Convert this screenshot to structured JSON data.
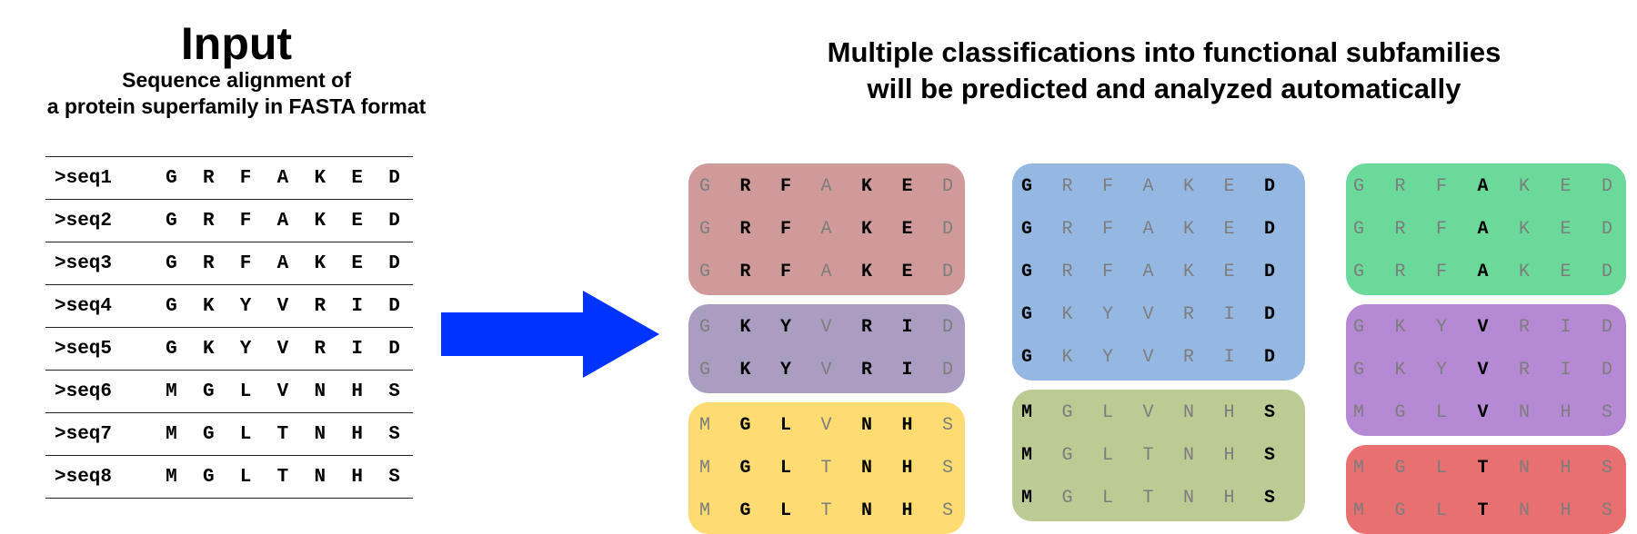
{
  "input": {
    "title": "Input",
    "subtitle_line1": "Sequence alignment of",
    "subtitle_line2": "a protein superfamily in FASTA format"
  },
  "output": {
    "title_line1": "Multiple classifications into functional subfamilies",
    "title_line2": "will be predicted and analyzed automatically"
  },
  "sequences": [
    {
      "name": ">seq1",
      "residues": [
        "G",
        "R",
        "F",
        "A",
        "K",
        "E",
        "D"
      ]
    },
    {
      "name": ">seq2",
      "residues": [
        "G",
        "R",
        "F",
        "A",
        "K",
        "E",
        "D"
      ]
    },
    {
      "name": ">seq3",
      "residues": [
        "G",
        "R",
        "F",
        "A",
        "K",
        "E",
        "D"
      ]
    },
    {
      "name": ">seq4",
      "residues": [
        "G",
        "K",
        "Y",
        "V",
        "R",
        "I",
        "D"
      ]
    },
    {
      "name": ">seq5",
      "residues": [
        "G",
        "K",
        "Y",
        "V",
        "R",
        "I",
        "D"
      ]
    },
    {
      "name": ">seq6",
      "residues": [
        "M",
        "G",
        "L",
        "V",
        "N",
        "H",
        "S"
      ]
    },
    {
      "name": ">seq7",
      "residues": [
        "M",
        "G",
        "L",
        "T",
        "N",
        "H",
        "S"
      ]
    },
    {
      "name": ">seq8",
      "residues": [
        "M",
        "G",
        "L",
        "T",
        "N",
        "H",
        "S"
      ]
    }
  ],
  "arrow_color": "#0033ff",
  "classifications": [
    {
      "groups": [
        {
          "color": "#d09a9a",
          "seqs": [
            0,
            1,
            2
          ],
          "conserved": [
            1,
            2,
            4,
            5
          ]
        },
        {
          "color": "#ab9dc2",
          "seqs": [
            3,
            4
          ],
          "conserved": [
            1,
            2,
            4,
            5
          ]
        },
        {
          "color": "#fedc72",
          "seqs": [
            5,
            6,
            7
          ],
          "conserved": [
            1,
            2,
            4,
            5
          ]
        }
      ]
    },
    {
      "groups": [
        {
          "color": "#95b8e2",
          "seqs": [
            0,
            1,
            2,
            3,
            4
          ],
          "conserved": [
            0,
            6
          ]
        },
        {
          "color": "#bccb94",
          "seqs": [
            5,
            6,
            7
          ],
          "conserved": [
            0,
            6
          ]
        }
      ]
    },
    {
      "groups": [
        {
          "color": "#6bd99a",
          "seqs": [
            0,
            1,
            2
          ],
          "conserved": [
            3
          ]
        },
        {
          "color": "#b589d3",
          "seqs": [
            3,
            4,
            5
          ],
          "conserved": [
            3
          ]
        },
        {
          "color": "#e87070",
          "seqs": [
            6,
            7
          ],
          "conserved": [
            3
          ]
        }
      ]
    }
  ]
}
